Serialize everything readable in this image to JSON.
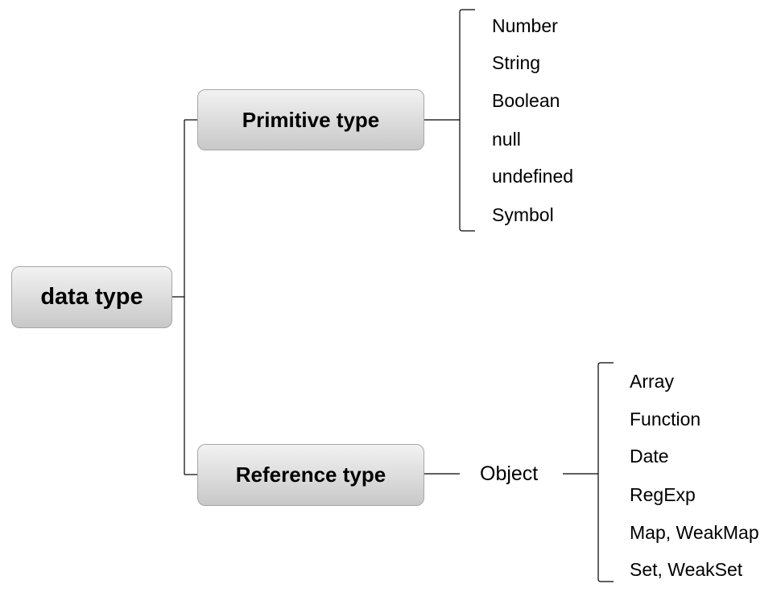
{
  "root": {
    "label": "data type"
  },
  "primitive": {
    "label": "Primitive type",
    "items": [
      "Number",
      "String",
      "Boolean",
      "null",
      "undefined",
      "Symbol"
    ]
  },
  "reference": {
    "label": "Reference type",
    "object_label": "Object",
    "items": [
      "Array",
      "Function",
      "Date",
      "RegExp",
      "Map, WeakMap",
      "Set, WeakSet"
    ]
  },
  "colors": {
    "line": "#000000",
    "node_border": "#a6a6a6",
    "node_fill_top": "#f2f2f2",
    "node_fill_bottom": "#c8c8c8"
  }
}
